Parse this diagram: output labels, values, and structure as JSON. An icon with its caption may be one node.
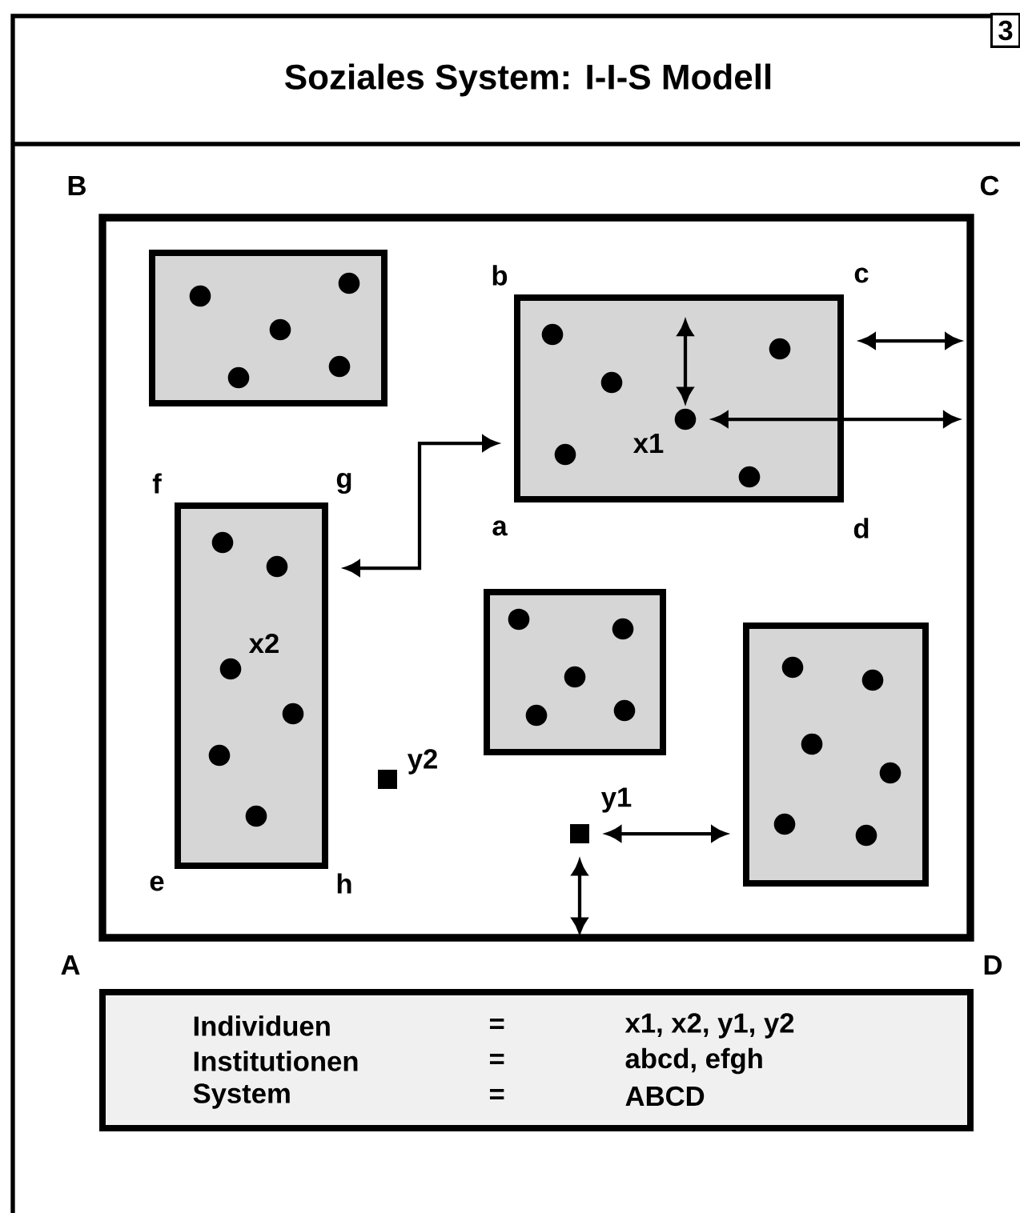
{
  "diagram": {
    "title": "Soziales System: I-I-S Modell",
    "nodes": [
      {
        "text": [],
        "shape": "box"
      },
      {
        "text": [],
        "shape": "box",
        "in": 0
      },
      {
        "text": [],
        "shape": "circle",
        "in": 1
      },
      {
        "text": [],
        "shape": "circle",
        "in": 1
      },
      {
        "text": [],
        "shape": "circle",
        "in": 1
      },
      {
        "text": [],
        "shape": "circle",
        "in": 1
      },
      {
        "text": [],
        "shape": "circle",
        "in": 1
      },
      {
        "text": [],
        "shape": "box",
        "in": 0
      },
      {
        "text": [],
        "shape": "circle",
        "in": 7
      },
      {
        "text": [],
        "shape": "circle",
        "in": 7
      },
      {
        "text": [],
        "shape": "circle",
        "in": 7
      },
      {
        "text": [],
        "shape": "circle",
        "beside": [
          "x1"
        ],
        "in": 7
      },
      {
        "text": [],
        "shape": "circle",
        "in": 7
      },
      {
        "text": [],
        "shape": "circle",
        "in": 7
      },
      {
        "text": [],
        "shape": "box",
        "in": 0
      },
      {
        "text": [],
        "shape": "circle",
        "in": 14
      },
      {
        "text": [],
        "shape": "circle",
        "in": 14
      },
      {
        "text": [],
        "shape": "circle",
        "beside": [
          "x2"
        ],
        "in": 14
      },
      {
        "text": [],
        "shape": "circle",
        "in": 14
      },
      {
        "text": [],
        "shape": "circle",
        "in": 14
      },
      {
        "text": [],
        "shape": "circle",
        "in": 14
      },
      {
        "text": [],
        "shape": "box",
        "in": 0
      },
      {
        "text": [],
        "shape": "circle",
        "in": 21
      },
      {
        "text": [],
        "shape": "circle",
        "in": 21
      },
      {
        "text": [],
        "shape": "circle",
        "in": 21
      },
      {
        "text": [],
        "shape": "circle",
        "in": 21
      },
      {
        "text": [],
        "shape": "circle",
        "in": 21
      },
      {
        "text": [],
        "shape": "box",
        "in": 0
      },
      {
        "text": [],
        "shape": "circle",
        "in": 27
      },
      {
        "text": [],
        "shape": "circle",
        "in": 27
      },
      {
        "text": [],
        "shape": "circle",
        "in": 27
      },
      {
        "text": [],
        "shape": "circle",
        "in": 27
      },
      {
        "text": [],
        "shape": "circle",
        "in": 27
      },
      {
        "text": [],
        "shape": "circle",
        "in": 27
      },
      {
        "text": [],
        "shape": "box",
        "beside": [
          "y2"
        ],
        "in": 0
      },
      {
        "text": [],
        "shape": "box",
        "beside": [
          "y1"
        ],
        "in": 0
      },
      {
        "text": [
          "Individuen",
          "=",
          "x1, x2, y1, y2",
          "Institutionen",
          "=",
          "abcd, efgh",
          "System",
          "=",
          "ABCD"
        ]
      }
    ],
    "edges": [
      {
        "from": 11,
        "to": null,
        "arrow": "both"
      },
      {
        "from": 7,
        "to": null,
        "arrow": "both"
      },
      {
        "from": 11,
        "to": null,
        "arrow": "both"
      },
      {
        "from": 7,
        "to": 14,
        "arrow": "both"
      },
      {
        "from": 35,
        "to": 27,
        "arrow": "both"
      },
      {
        "from": 35,
        "to": null,
        "arrow": "both"
      }
    ],
    "labels": [
      "3",
      "B",
      "C",
      "b",
      "c",
      "a",
      "d",
      "f",
      "g",
      "e",
      "h",
      "A",
      "D"
    ]
  }
}
